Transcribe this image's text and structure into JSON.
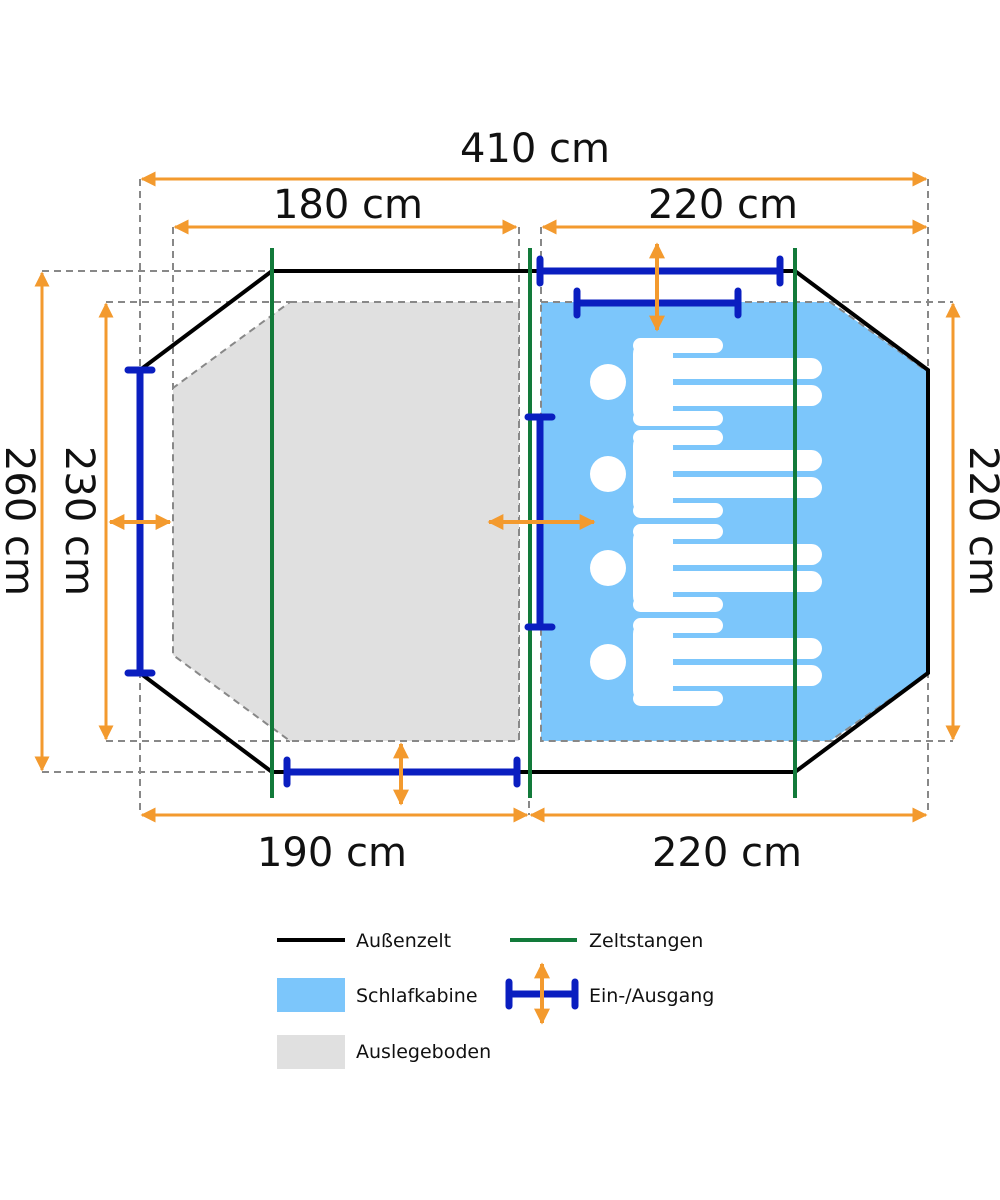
{
  "dimensions": {
    "total_length": "410 cm",
    "vestibule_top": "180 cm",
    "cabin_top": "220 cm",
    "vestibule_bottom": "190 cm",
    "cabin_bottom": "220 cm",
    "outer_height": "260 cm",
    "floor_height": "230 cm",
    "cabin_height": "220 cm"
  },
  "sleeping_places": 4,
  "legend": {
    "outer_tent": "Außenzelt",
    "poles": "Zeltstangen",
    "sleeping_cabin": "Schlafkabine",
    "entrance": "Ein-/Ausgang",
    "floor": "Auslegeboden"
  },
  "colors": {
    "outer_tent": "#000000",
    "poles": "#127a3a",
    "sleeping_cabin": "#7cc6fb",
    "floor": "#e0e0e0",
    "entrance": "#0a1ec0",
    "dimension": "#f39a2e"
  }
}
